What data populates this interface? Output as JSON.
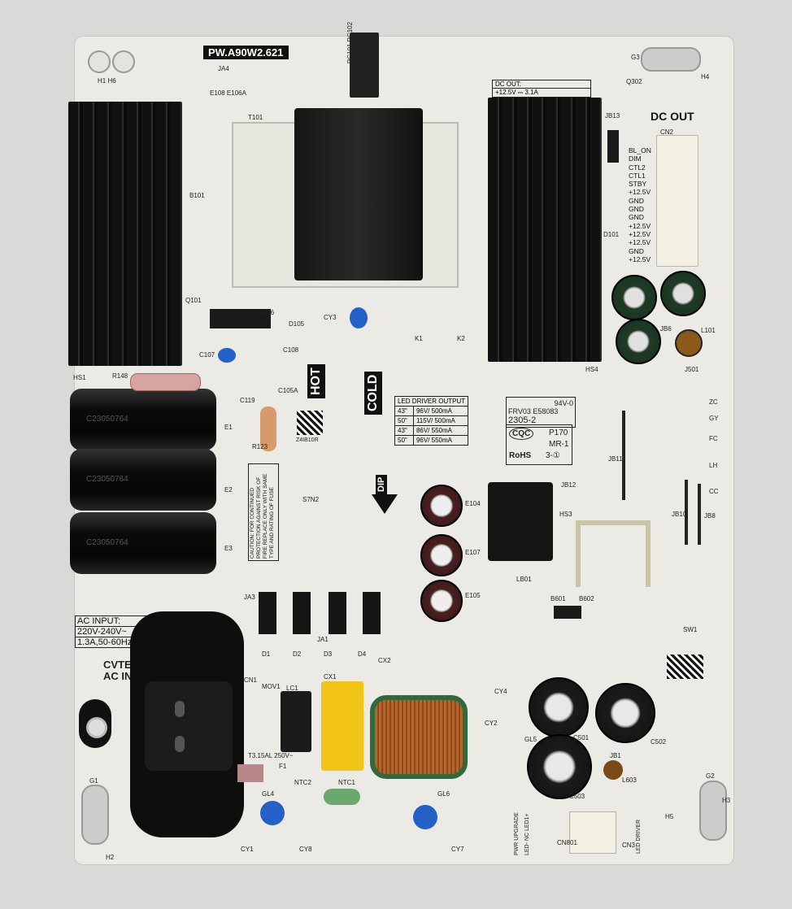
{
  "board": {
    "model": "PW.A90W2.621",
    "dc_out_title": "DC OUT",
    "dc_out_box": {
      "title": "DC OUT:",
      "rating": "+12.5V ⎓ 3.1A"
    },
    "hot_label": "HOT",
    "cold_label": "COLD",
    "dip_label": "DIP",
    "dc_out_pins": [
      "BL_ON",
      "DIM",
      "CTL2",
      "CTL1",
      "STBY",
      "+12.5V",
      "GND",
      "GND",
      "GND",
      "+12.5V",
      "+12.5V",
      "+12.5V",
      "GND",
      "+12.5V"
    ],
    "led_table": {
      "title": "LED DRIVER OUTPUT",
      "rows": [
        {
          "size": "43\"",
          "spec": "96V/ 500mA"
        },
        {
          "size": "50\"",
          "spec": "115V/ 500mA"
        },
        {
          "size": "43\"",
          "spec": "86V/ 550mA"
        },
        {
          "size": "50\"",
          "spec": "96V/ 550mA"
        }
      ]
    },
    "cert": {
      "flammability": "94V-0",
      "file": "FRV03 E58083",
      "date": "2305-2",
      "cqc": "CQC",
      "p": "P170",
      "mr": "MR-1",
      "rohs": "RoHS",
      "rohs_code": "3-①"
    },
    "ac_input": {
      "title": "AC INPUT:",
      "voltage": "220V-240V~",
      "current": "1.3A,50-60Hz",
      "brand": "CVTE",
      "sub": "AC IN"
    },
    "caution": "CAUTION: FOR CONTINUED PROTECTION AGAINST RISK OF FIRE REPLACE ONLY WITH SAME TYPE AND RATING OF FUSE",
    "fuse": "T3.15AL 250V~",
    "bottom_connector": {
      "left": "PWR UPGRADE",
      "mid": "LED- NC LED1+",
      "right": "LED DRIVER"
    },
    "cap_marking": "C23050764",
    "qr_text": "Z4IB10R",
    "designators": [
      "H1 H6",
      "JA4",
      "E108 E106A",
      "PC101 PC102",
      "T101",
      "B101",
      "Q101",
      "D106",
      "D105",
      "CY3",
      "C107",
      "C108",
      "HS1",
      "R148",
      "C119",
      "C105A",
      "E1",
      "E2",
      "E3",
      "R123",
      "K1",
      "K2",
      "HS4",
      "D101",
      "JB13",
      "JB6",
      "L101",
      "J501",
      "LB01",
      "HS3",
      "JB12",
      "JB11",
      "JB10",
      "JB8",
      "E104",
      "E107",
      "E105",
      "B601",
      "B602",
      "SW1",
      "JA3",
      "JA1",
      "D1",
      "D2",
      "D3",
      "D4",
      "CN1",
      "MOV1",
      "LC1",
      "CX1",
      "CX2",
      "CY4",
      "CY2",
      "GL5",
      "C501",
      "C502",
      "C503",
      "JB1",
      "L603",
      "F1",
      "NTC2",
      "NTC1",
      "GL4",
      "GL6",
      "CY1",
      "CY8",
      "CY7",
      "G1",
      "G2",
      "G3",
      "H2",
      "H3",
      "H4",
      "H5",
      "CN801",
      "CN3",
      "S7N2",
      "ZC",
      "GY",
      "FC",
      "LH",
      "CC",
      "CN2",
      "Q302"
    ]
  }
}
